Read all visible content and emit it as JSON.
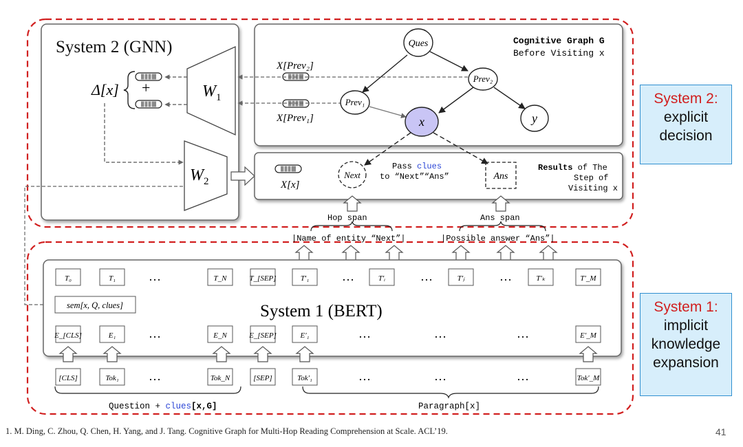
{
  "system2": {
    "title": "System 2 (GNN)",
    "delta": "Δ[x]",
    "plus": "+",
    "w1": "W",
    "w1_sub": "1",
    "w2": "W",
    "w2_sub": "2",
    "x_prev2": "X[Prev₂]",
    "x_prev1": "X[Prev₁]"
  },
  "graph": {
    "title": "Cognitive Graph G",
    "subtitle": "Before Visiting x",
    "nodes": {
      "ques": "Ques",
      "prev2": "Prev₂",
      "prev1": "Prev₁",
      "x": "x",
      "y": "y"
    }
  },
  "results": {
    "xlabel": "X[x]",
    "next": "Next",
    "ans": "Ans",
    "pass_line1_pre": "Pass ",
    "pass_line1_clue": "clues",
    "pass_line2": "to “Next”“Ans”",
    "title_bold": "Results",
    "title_line1_rest": " of The",
    "title_line2": "Step of",
    "title_line3": "Visiting x"
  },
  "spans": {
    "hop": "Hop span",
    "ans": "Ans span",
    "entity": "|Name of entity “Next”|",
    "answer": "|Possible answer “Ans”|"
  },
  "system1": {
    "title": "System 1 (BERT)",
    "sem": "sem[x, Q, clues]",
    "t_row": [
      "T₀",
      "T₁",
      "…",
      "T_N",
      "T_[SEP]",
      "T′₁",
      "…",
      "T′ᵢ",
      "…",
      "T′ⱼ",
      "…",
      "T′ₖ",
      "T′_M"
    ],
    "e_row": [
      "E_[CLS]",
      "E₁",
      "…",
      "E_N",
      "E_[SEP]",
      "E′₁",
      "…",
      "…",
      "…",
      "E′_M"
    ],
    "tok_row": [
      "[CLS]",
      "Tok₁",
      "…",
      "Tok_N",
      "[SEP]",
      "Tok′₁",
      "…",
      "…",
      "…",
      "Tok′_M"
    ],
    "question_pre": "Question + ",
    "question_clue": "clues",
    "question_post": "[x,G]",
    "paragraph": "Paragraph[x]"
  },
  "side": {
    "s2_head": "System 2:",
    "s2_l1": "explicit",
    "s2_l2": "decision",
    "s1_head": "System 1:",
    "s1_l1": "implicit",
    "s1_l2": "knowledge",
    "s1_l3": "expansion"
  },
  "footnote": "1.   M. Ding, C. Zhou, Q. Chen, H. Yang, and J. Tang. Cognitive Graph for Multi-Hop Reading Comprehension at Scale. ACL’19.",
  "page_number": "41",
  "colors": {
    "dashed_border": "#d11f1f",
    "node_x": "#c9c5f5",
    "clue_blue": "#2b45d6",
    "side_bg": "#d7eefb",
    "side_border": "#2f8fd0"
  }
}
